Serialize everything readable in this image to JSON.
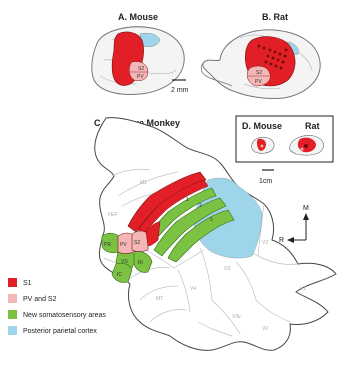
{
  "panels": {
    "a_title": "A. Mouse",
    "b_title": "B. Rat",
    "c_title": "C. Macaque Monkey",
    "d_title_mouse": "D. Mouse",
    "d_title_rat": "Rat"
  },
  "scale_bars": {
    "top": "2 mm",
    "inset": "1cm"
  },
  "orientation": {
    "medial": "M",
    "rostral": "R"
  },
  "rodent_labels": {
    "mouse_s2": "S2",
    "mouse_pv": "PV",
    "rat_s2": "S2",
    "rat_pv": "PV"
  },
  "monkey_labels": {
    "pr": "PR",
    "pv": "PV",
    "s2": "S2",
    "vs": "VS",
    "ri": "Ri",
    "ic": "IC",
    "a1": "1",
    "a2": "2",
    "a5": "5",
    "m1": "M1",
    "v1": "V1",
    "v2": "V2",
    "v2b": "V2",
    "v3": "V3",
    "v4": "V4",
    "mt": "MT",
    "fef": "FEF",
    "v3v": "V3v"
  },
  "legend": [
    {
      "label": "S1",
      "color": "#e21f26"
    },
    {
      "label": "PV and S2",
      "color": "#f4b6b6"
    },
    {
      "label": "New somatosensory areas",
      "color": "#7cc242"
    },
    {
      "label": "Posterior parietal cortex",
      "color": "#9fd5ea"
    }
  ],
  "colors": {
    "s1": "#e21f26",
    "pv_s2": "#f4b6b6",
    "new_somato": "#7cc242",
    "ppc": "#9fd5ea",
    "outline": "#555555",
    "light_outline": "#bbbbbb"
  }
}
